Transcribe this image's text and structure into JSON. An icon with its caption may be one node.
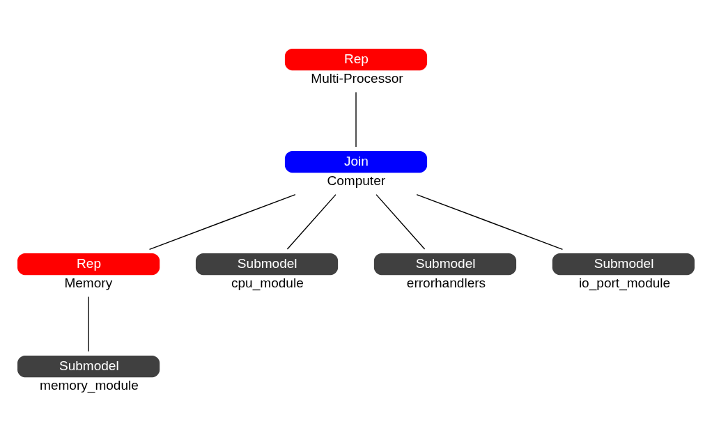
{
  "diagram": {
    "nodes": [
      {
        "text": [
          "Rep",
          "Multi-Processor"
        ]
      },
      {
        "text": [
          "Join",
          "Computer"
        ]
      },
      {
        "text": [
          "Rep",
          "Memory"
        ]
      },
      {
        "text": [
          "Submodel",
          "cpu_module"
        ]
      },
      {
        "text": [
          "Submodel",
          "errorhandlers"
        ]
      },
      {
        "text": [
          "Submodel",
          "io_port_module"
        ]
      },
      {
        "text": [
          "Submodel",
          "memory_module"
        ]
      }
    ],
    "edges": [
      {
        "from": 0,
        "to": 1,
        "arrow": "none"
      },
      {
        "from": 1,
        "to": 2,
        "arrow": "none"
      },
      {
        "from": 1,
        "to": 3,
        "arrow": "none"
      },
      {
        "from": 1,
        "to": 4,
        "arrow": "none"
      },
      {
        "from": 1,
        "to": 5,
        "arrow": "none"
      },
      {
        "from": 2,
        "to": 6,
        "arrow": "none"
      }
    ]
  }
}
